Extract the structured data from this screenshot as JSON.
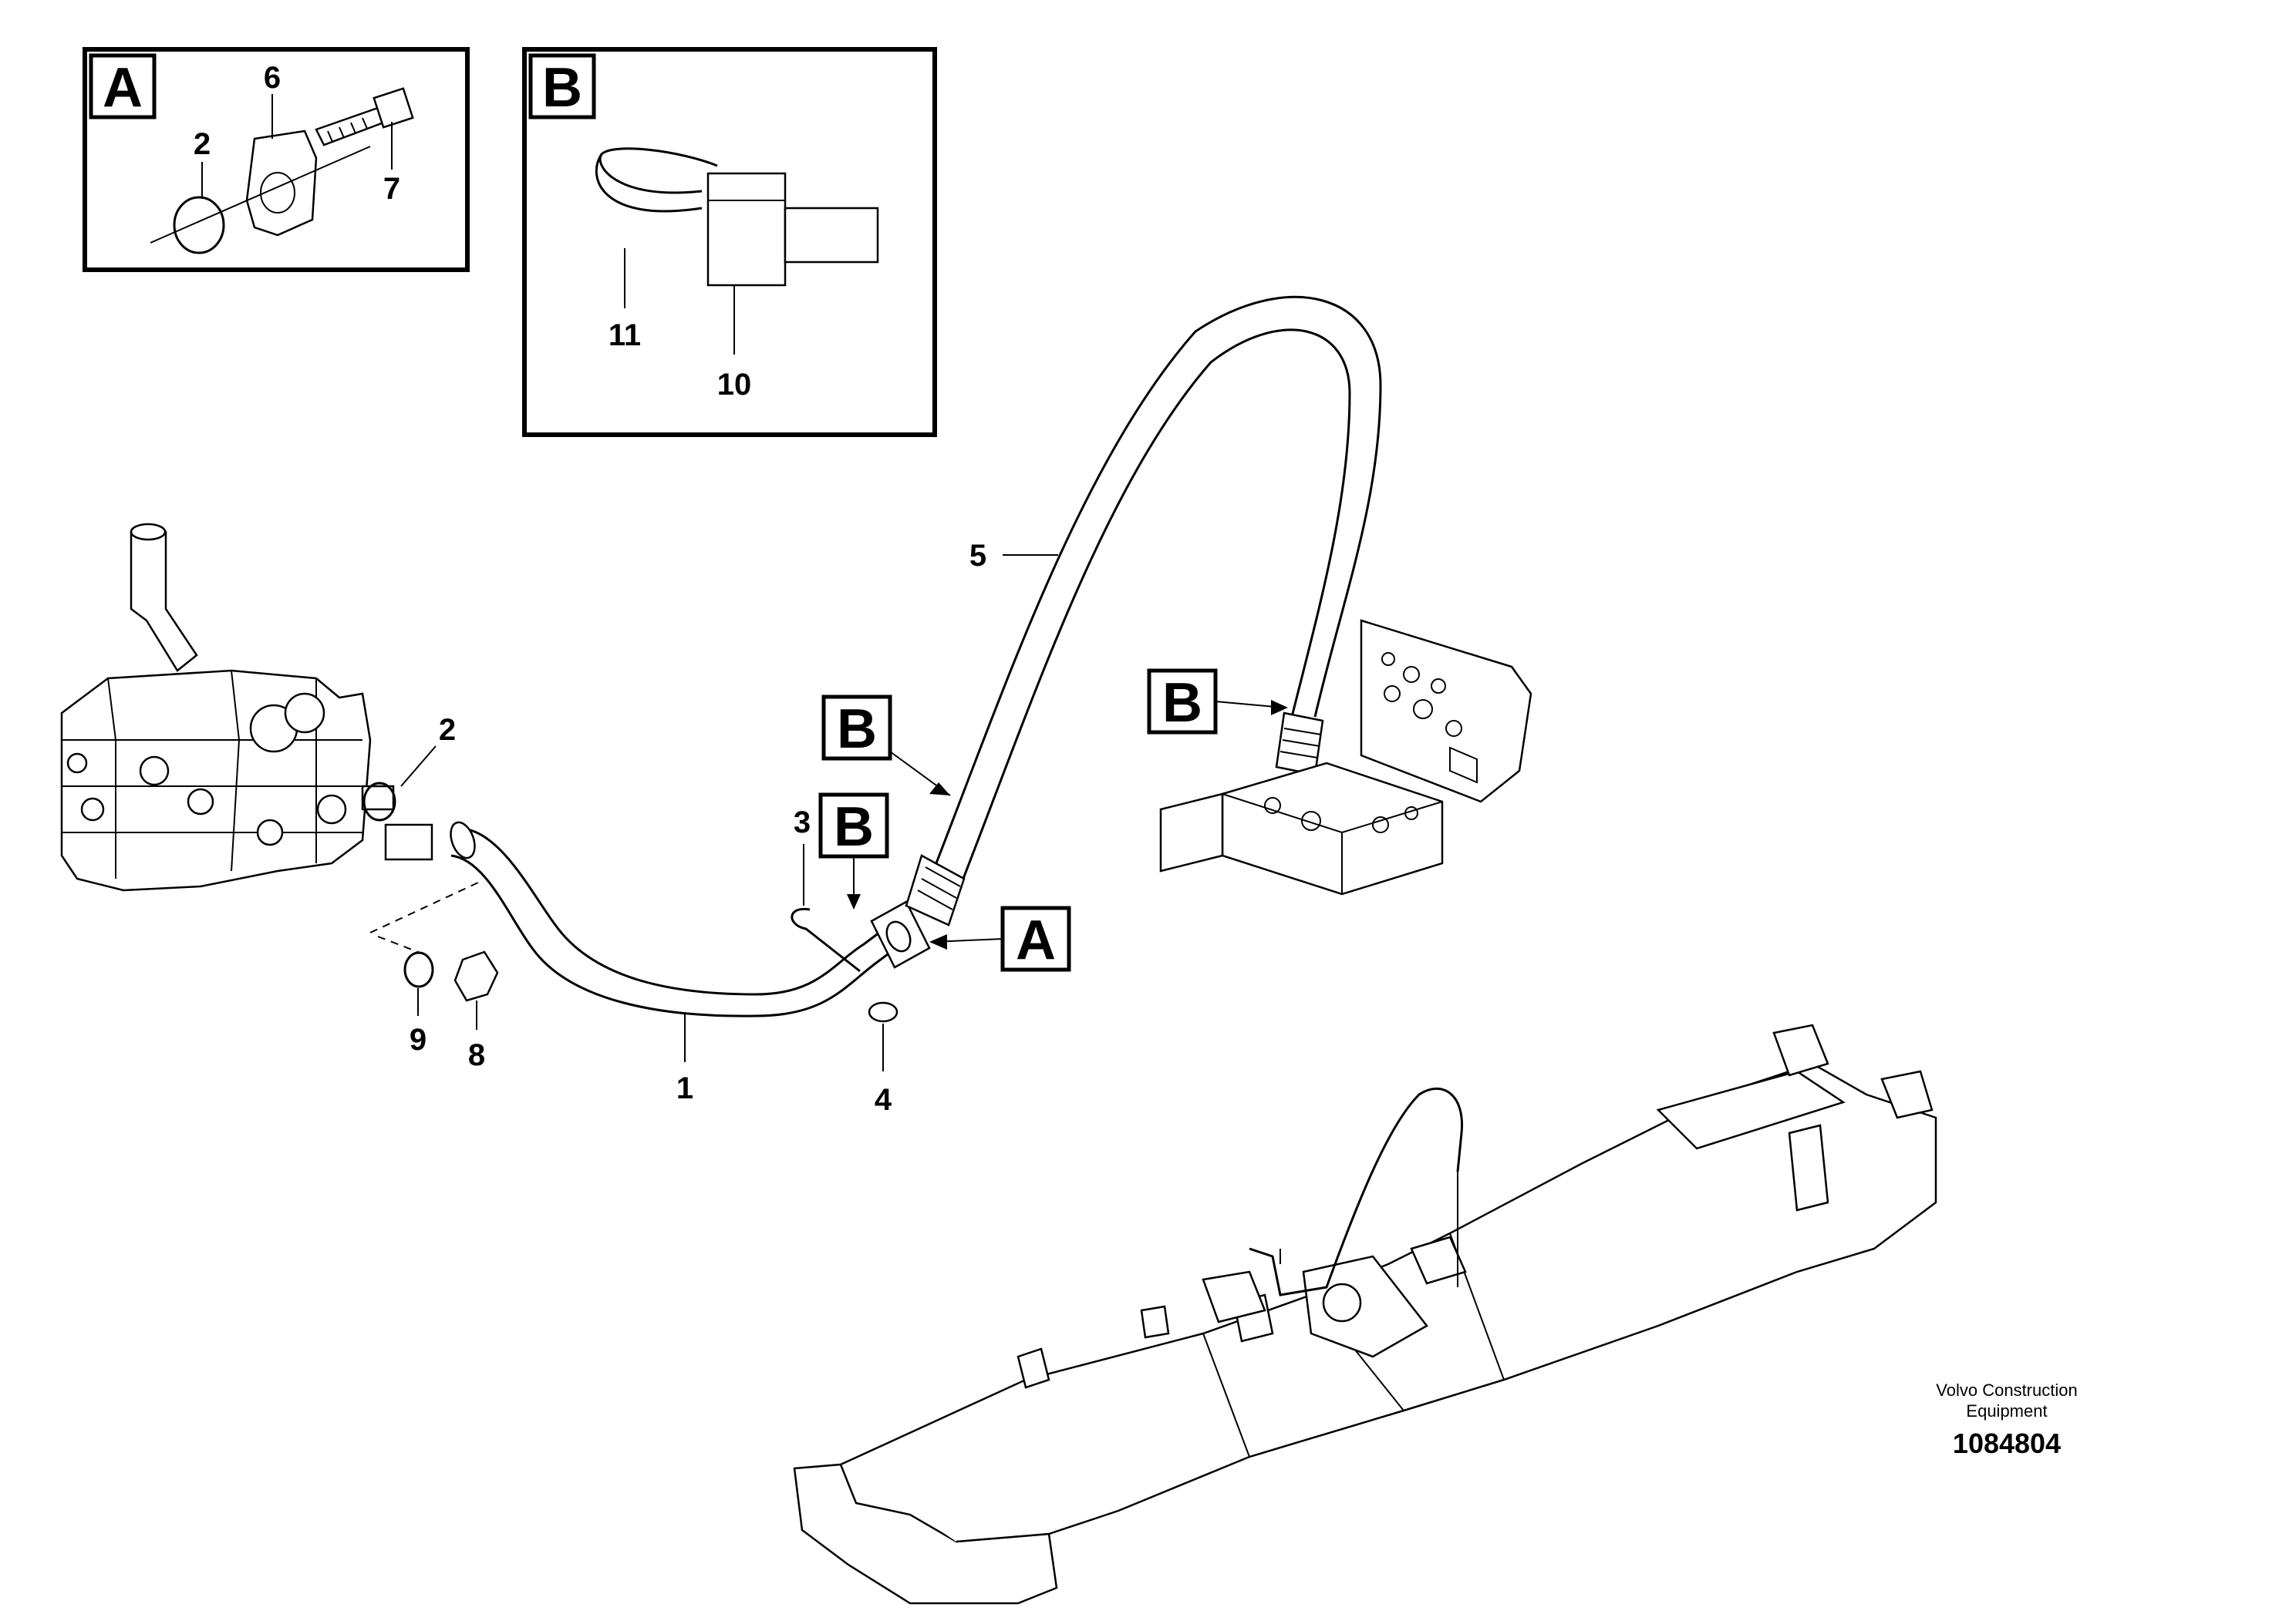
{
  "detail_views": {
    "a": {
      "label": "A",
      "callouts": [
        "6",
        "2",
        "7"
      ]
    },
    "b": {
      "label": "B",
      "callouts": [
        "11",
        "10"
      ]
    }
  },
  "main_callouts": {
    "c1": "1",
    "c2": "2",
    "c3": "3",
    "c4": "4",
    "c5": "5",
    "c8": "8",
    "c9": "9"
  },
  "view_markers": {
    "b_upper": "B",
    "b_lower": "B",
    "b_right": "B",
    "a_right": "A"
  },
  "credit": {
    "line1": "Volvo Construction",
    "line2": "Equipment",
    "doc_number": "1084804"
  }
}
